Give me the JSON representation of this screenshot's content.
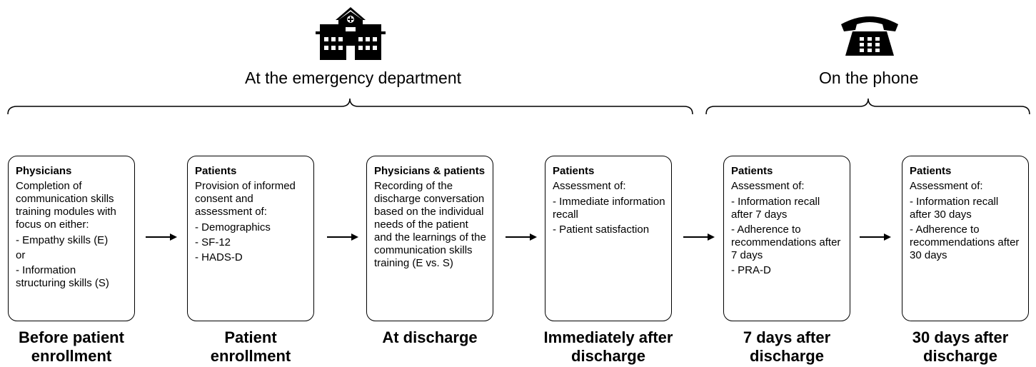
{
  "header": {
    "ed_label": "At the emergency department",
    "phone_label": "On the phone",
    "ed_icon": "hospital-icon",
    "phone_icon": "telephone-icon"
  },
  "boxes": [
    {
      "heading": "Physicians",
      "intro": "Completion of communication skills training modules with focus on either:",
      "items": [
        "- Empathy skills (E)",
        "or",
        "- Information structuring skills (S)"
      ],
      "stage": "Before patient enrollment"
    },
    {
      "heading": "Patients",
      "intro": "Provision of informed consent and assessment of:",
      "items": [
        "- Demographics",
        "- SF-12",
        "- HADS-D"
      ],
      "stage": "Patient enrollment"
    },
    {
      "heading": "Physicians & patients",
      "intro": "Recording of the discharge conversation based on the individual needs of the patient and the learnings of the communication skills training (E vs. S)",
      "items": [],
      "stage": "At discharge"
    },
    {
      "heading": "Patients",
      "intro": "Assessment of:",
      "items": [
        "- Immediate information recall",
        "- Patient satisfaction"
      ],
      "stage": "Immediately after discharge"
    },
    {
      "heading": "Patients",
      "intro": "Assessment of:",
      "items": [
        "- Information recall after 7 days",
        "- Adherence to recommendations after 7 days",
        "- PRA-D"
      ],
      "stage": "7 days after discharge"
    },
    {
      "heading": "Patients",
      "intro": "Assessment of:",
      "items": [
        "- Information recall after 30 days",
        "- Adherence to recommendations after 30 days"
      ],
      "stage": "30 days after discharge"
    }
  ]
}
